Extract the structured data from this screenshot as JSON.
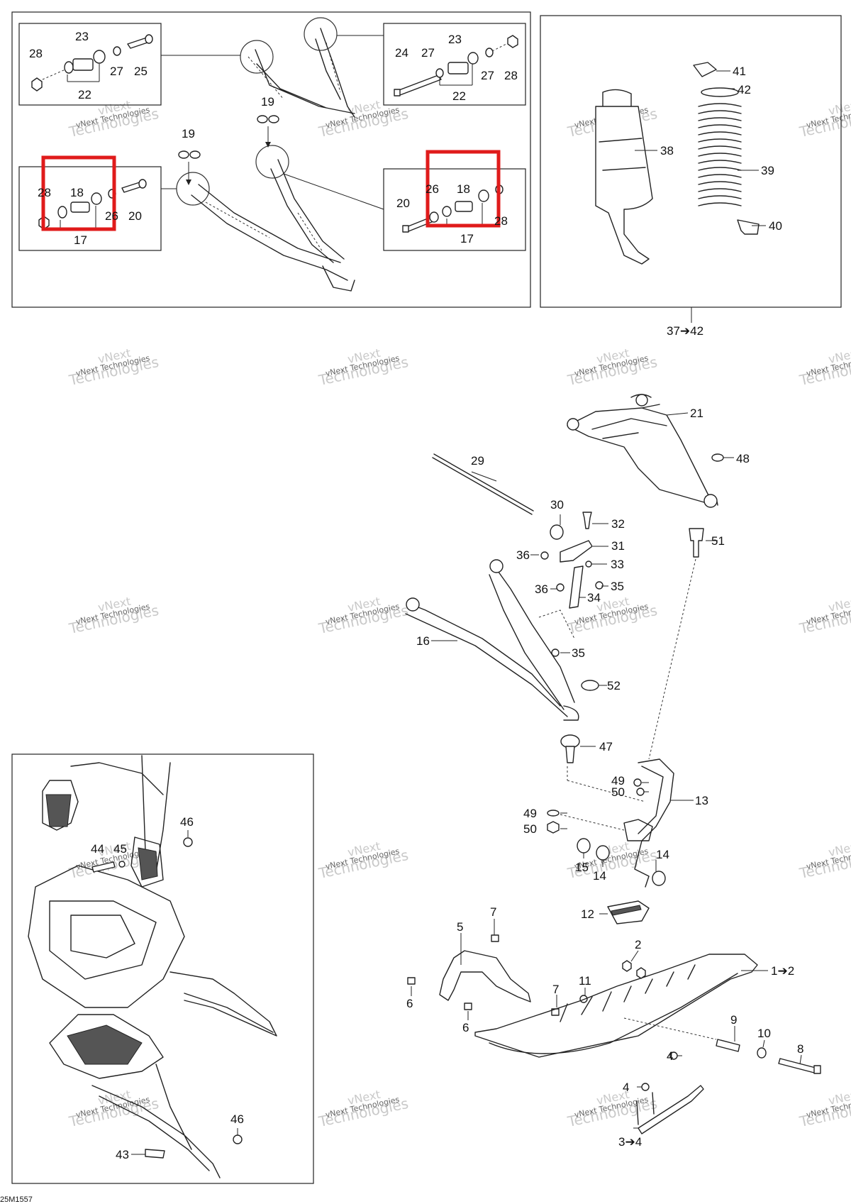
{
  "diagram_code": "25M1557",
  "watermark": {
    "line1": "vNext",
    "line2": "Technologies",
    "small": "vNext Technologies"
  },
  "callouts": {
    "c28a": "28",
    "c23a": "23",
    "c27a": "27",
    "c25": "25",
    "c22a": "22",
    "c24": "24",
    "c27b": "27",
    "c23b": "23",
    "c27c": "27",
    "c28b": "28",
    "c22b": "22",
    "c19a": "19",
    "c19b": "19",
    "c28c": "28",
    "c18a": "18",
    "c26a": "26",
    "c20a": "20",
    "c17a": "17",
    "c26b": "26",
    "c18b": "18",
    "c20b": "20",
    "c28d": "28",
    "c17b": "17",
    "c41": "41",
    "c42": "42",
    "c38": "38",
    "c39": "39",
    "c40": "40",
    "c37_42": "37➔42",
    "c21": "21",
    "c48": "48",
    "c29": "29",
    "c30": "30",
    "c32": "32",
    "c31": "31",
    "c51": "51",
    "c36a": "36",
    "c33": "33",
    "c36b": "36",
    "c35a": "35",
    "c34": "34",
    "c16": "16",
    "c35b": "35",
    "c52": "52",
    "c47": "47",
    "c49a": "49",
    "c50a": "50",
    "c13": "13",
    "c49b": "49",
    "c50b": "50",
    "c14a": "14",
    "c15": "15",
    "c14b": "14",
    "c12": "12",
    "c7a": "7",
    "c5": "5",
    "c2": "2",
    "c1_2": "1➔2",
    "c6a": "6",
    "c7b": "7",
    "c11": "11",
    "c6b": "6",
    "c9": "9",
    "c10": "10",
    "c8": "8",
    "c4a": "4",
    "c4b": "4",
    "c3_4": "3➔4",
    "c46a": "46",
    "c44": "44",
    "c45": "45",
    "c46b": "46",
    "c43": "43"
  },
  "highlight_color": "#e01b1b"
}
